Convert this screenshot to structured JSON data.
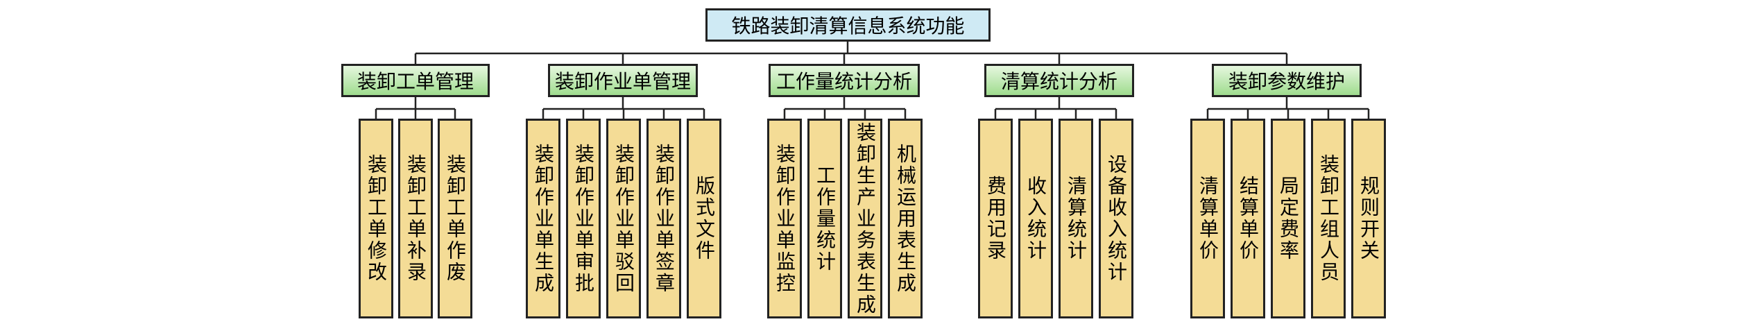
{
  "root": {
    "label": "铁路装卸清算信息系统功能"
  },
  "groups": [
    {
      "label": "装卸工单管理",
      "children": [
        "装卸工单修改",
        "装卸工单补录",
        "装卸工单作废"
      ]
    },
    {
      "label": "装卸作业单管理",
      "children": [
        "装卸作业单生成",
        "装卸作业单审批",
        "装卸作业单驳回",
        "装卸作业单签章",
        "版式文件"
      ]
    },
    {
      "label": "工作量统计分析",
      "children": [
        "装卸作业单监控",
        "工作量统计",
        "装卸生产业务表生成",
        "机械运用表生成"
      ]
    },
    {
      "label": "清算统计分析",
      "children": [
        "费用记录",
        "收入统计",
        "清算统计",
        "设备收入统计"
      ]
    },
    {
      "label": "装卸参数维护",
      "children": [
        "清算单价",
        "结算单价",
        "局定费率",
        "装卸工组人员",
        "规则开关"
      ]
    }
  ]
}
